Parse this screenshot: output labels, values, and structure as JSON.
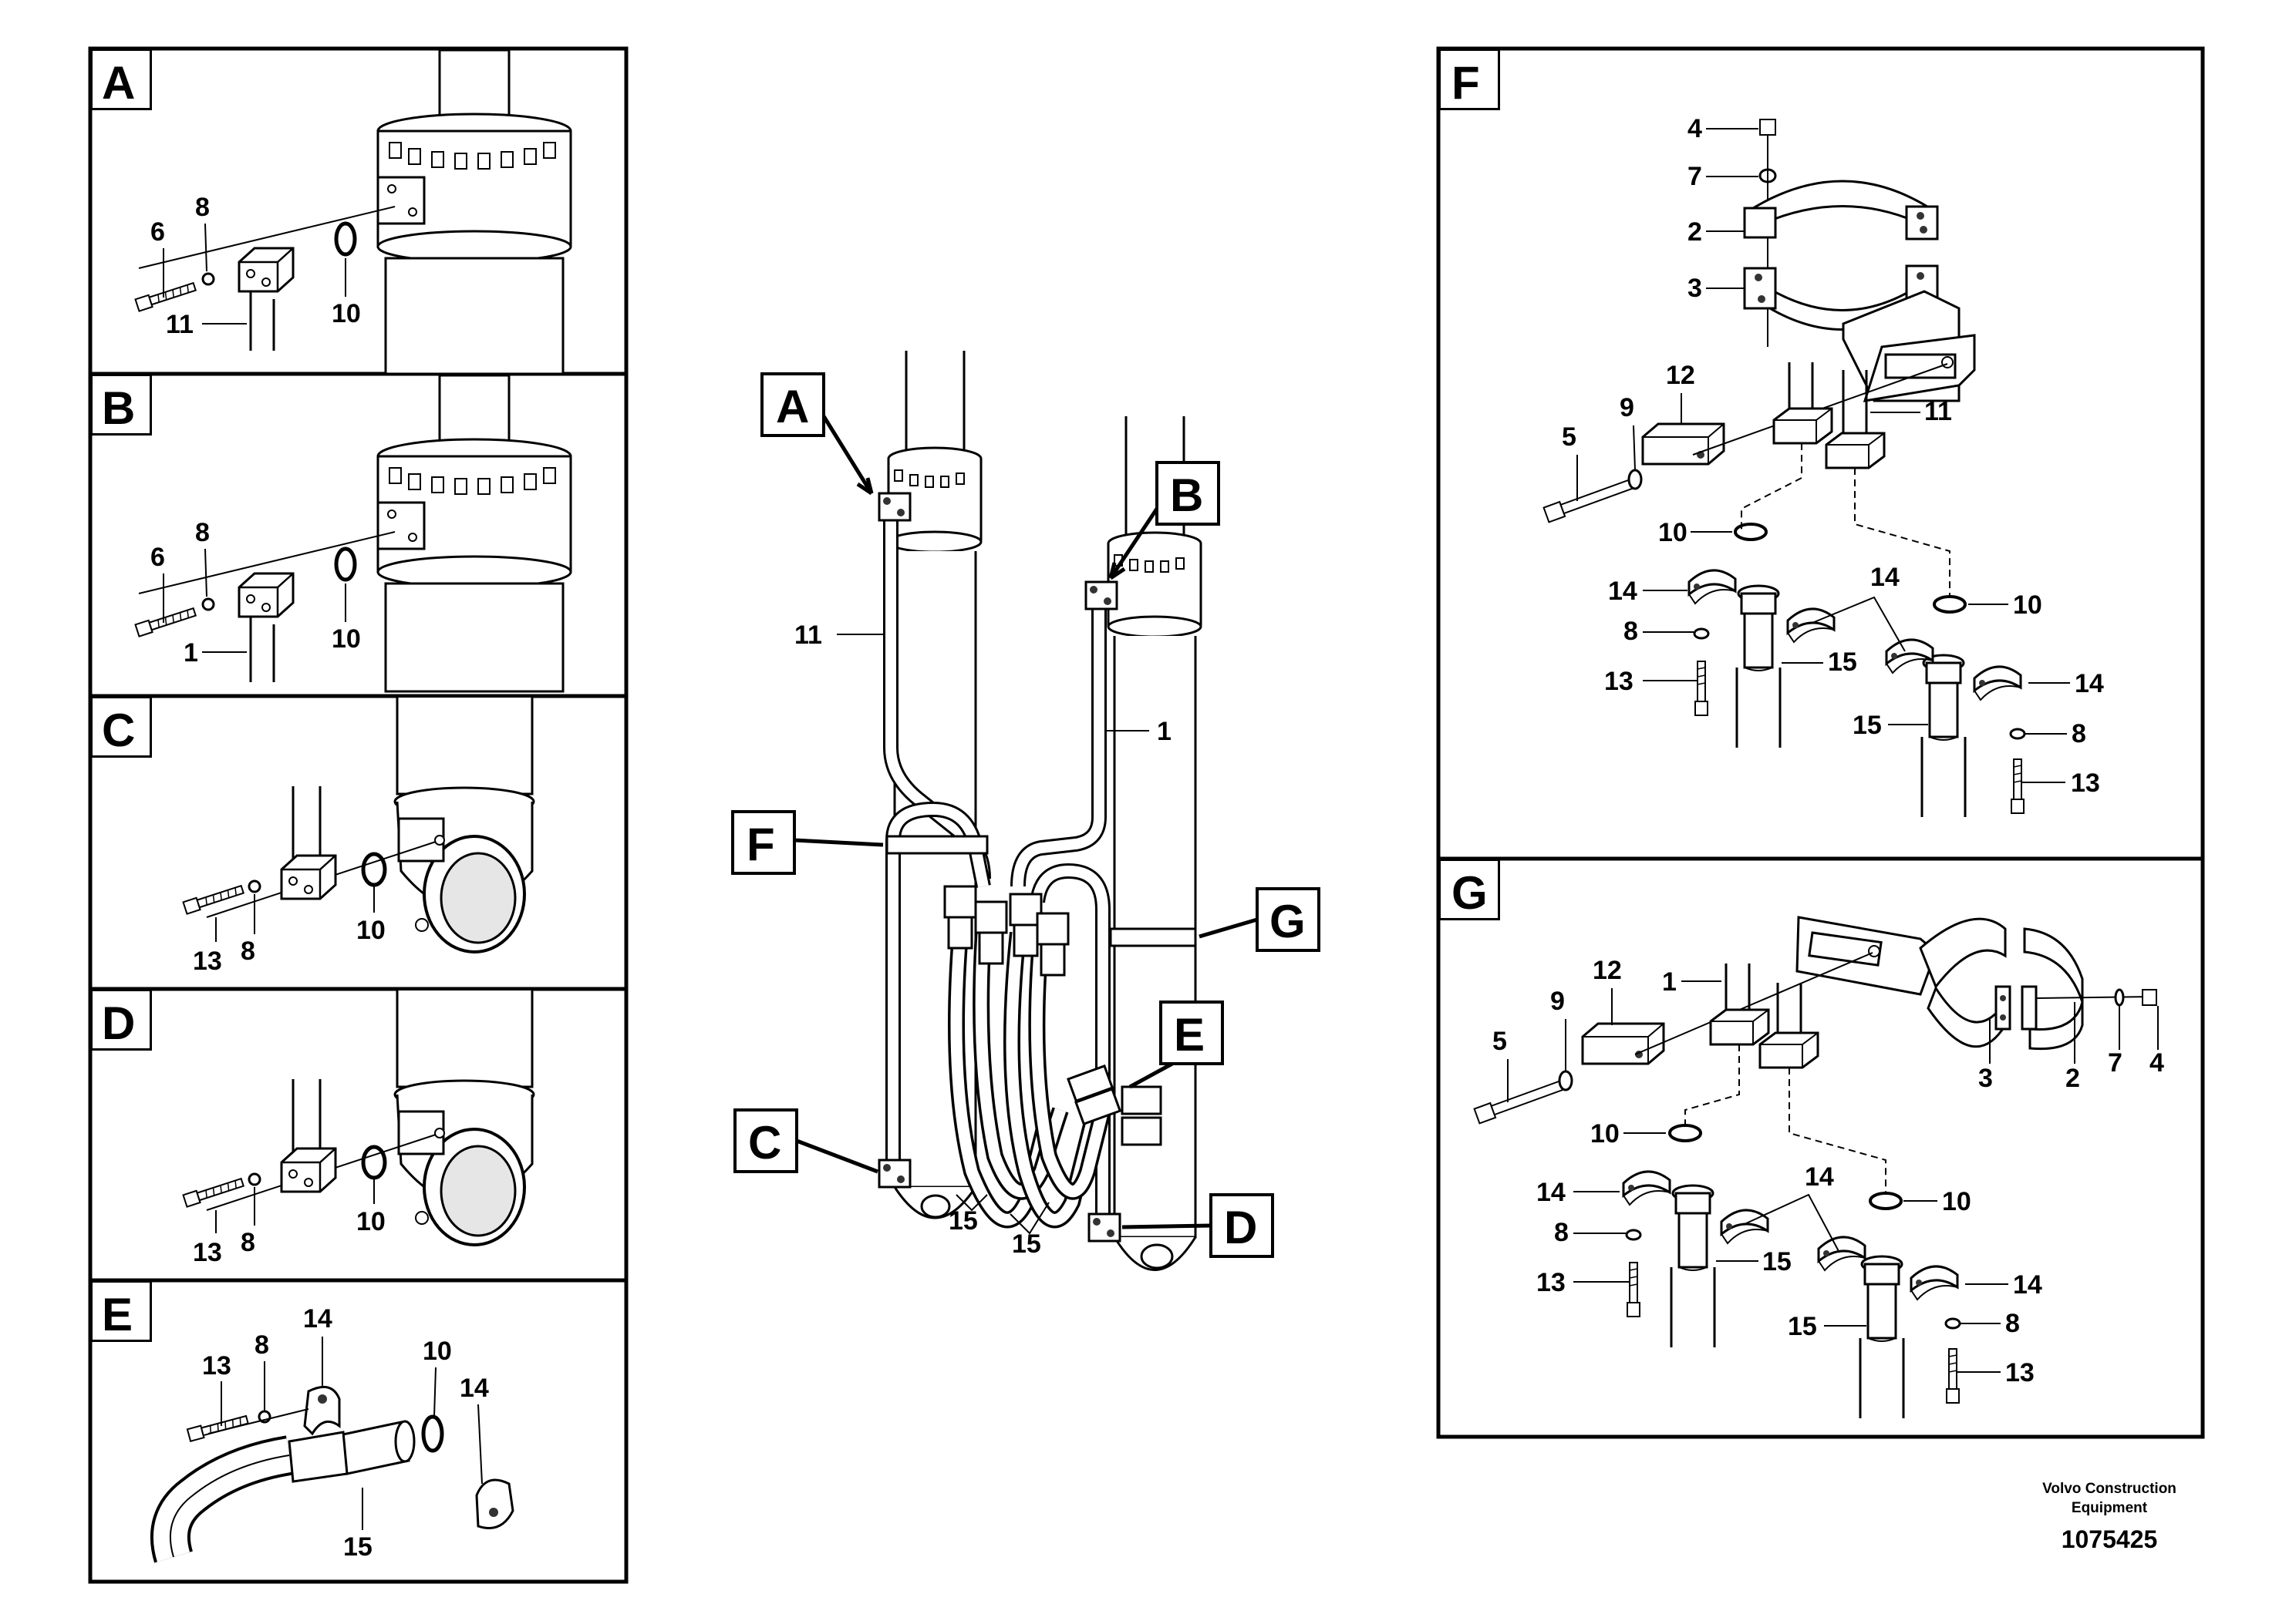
{
  "panels": {
    "A": {
      "letter": "A",
      "labels": {
        "6": "6",
        "8": "8",
        "10": "10",
        "11": "11"
      }
    },
    "B": {
      "letter": "B",
      "labels": {
        "6": "6",
        "8": "8",
        "10": "10",
        "1": "1"
      }
    },
    "C": {
      "letter": "C",
      "labels": {
        "13": "13",
        "8": "8",
        "10": "10"
      }
    },
    "D": {
      "letter": "D",
      "labels": {
        "13": "13",
        "8": "8",
        "10": "10"
      }
    },
    "E": {
      "letter": "E",
      "labels": {
        "13": "13",
        "8": "8",
        "14a": "14",
        "10": "10",
        "14b": "14",
        "15": "15"
      }
    },
    "F": {
      "letter": "F",
      "labels": {
        "4": "4",
        "7": "7",
        "2": "2",
        "3": "3",
        "12": "12",
        "5": "5",
        "9": "9",
        "11": "11",
        "10a": "10",
        "14a": "14",
        "8a": "8",
        "13a": "13",
        "15a": "15",
        "14b": "14",
        "10b": "10",
        "14c": "14",
        "15b": "15",
        "8b": "8",
        "13b": "13"
      }
    },
    "G": {
      "letter": "G",
      "labels": {
        "12": "12",
        "1": "1",
        "5": "5",
        "9": "9",
        "3": "3",
        "2": "2",
        "7": "7",
        "4": "4",
        "10a": "10",
        "14a": "14",
        "8a": "8",
        "13a": "13",
        "14b": "14",
        "15a": "15",
        "10b": "10",
        "14c": "14",
        "15b": "15",
        "8b": "8",
        "13b": "13"
      }
    }
  },
  "overview": {
    "labels": {
      "A": "A",
      "B": "B",
      "C": "C",
      "D": "D",
      "E": "E",
      "F": "F",
      "G": "G"
    },
    "callouts": {
      "11": "11",
      "1": "1",
      "15a": "15",
      "15b": "15"
    }
  },
  "footer": {
    "company_line1": "Volvo Construction",
    "company_line2": "Equipment",
    "drawing_number": "1075425"
  }
}
